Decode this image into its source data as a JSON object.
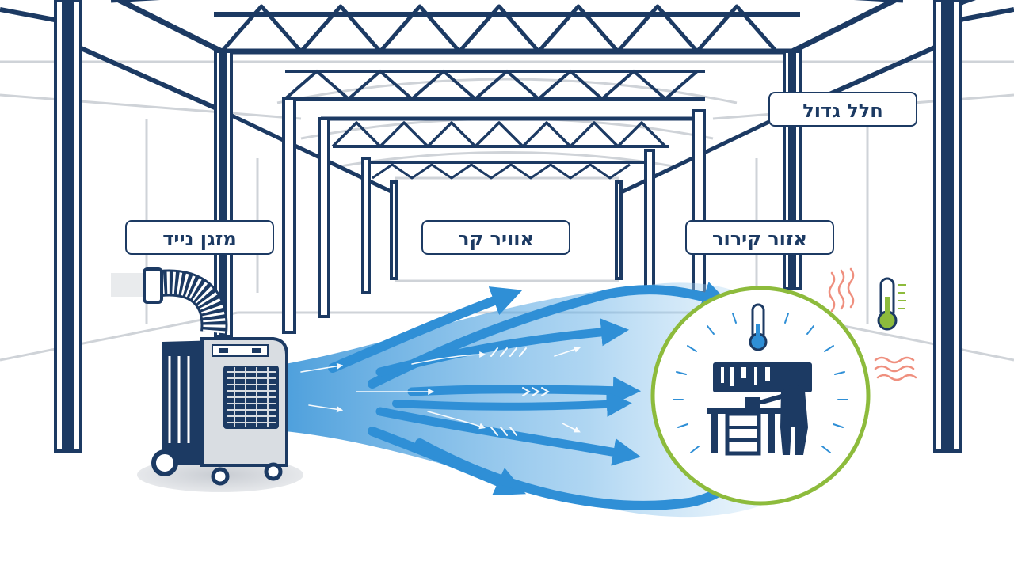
{
  "labels": {
    "large_space": "חלל גדול",
    "cooling_zone": "אזור קירור",
    "cool_air": "אוויר קר",
    "portable_ac": "מזגן נייד"
  },
  "colors": {
    "structure": "#1c3a63",
    "background_structure": "#cfd3d8",
    "air_flow": "#2f8fd6",
    "air_flow_light": "#bfe0f6",
    "zone_ring": "#8dbb3c",
    "heat": "#ef8f7e",
    "thermometer_cold": "#2f8fd6",
    "thermometer_warm": "#8dbb3c"
  },
  "icons": {
    "unit": "portable-air-conditioner-icon",
    "worker": "worker-at-workbench-icon",
    "thermometer_cool": "thermometer-cool-icon",
    "thermometer_hot": "thermometer-warm-icon",
    "heat": "heat-waves-icon"
  }
}
